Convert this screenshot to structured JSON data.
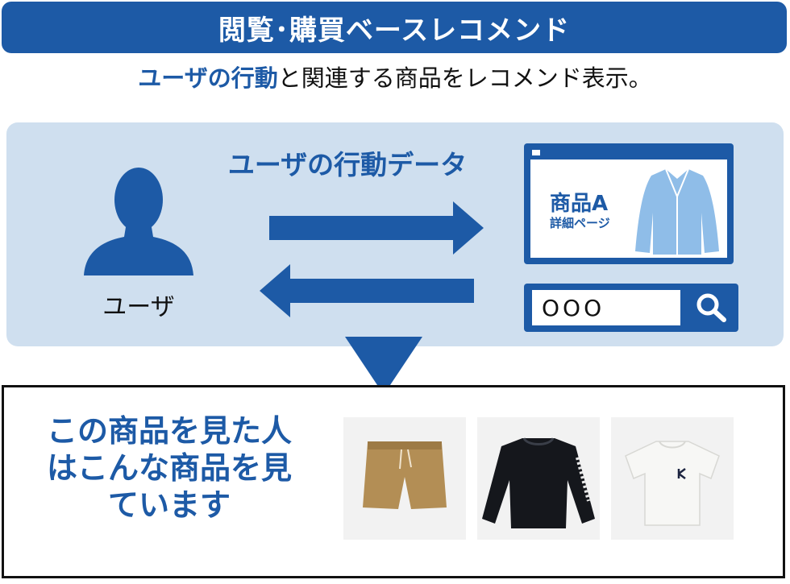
{
  "header": {
    "title": "閲覧･購買ベースレコメンド",
    "subtitle_highlight": "ユーザの行動",
    "subtitle_rest": "と関連する商品をレコメンド表示。"
  },
  "flow": {
    "data_label": "ユーザの行動データ",
    "user_label": "ユーザ",
    "user_icon": "person-icon",
    "product_page": {
      "name": "商品A",
      "subtitle": "詳細ページ",
      "icon": "jacket-icon"
    },
    "search": {
      "value": "OOO",
      "icon": "magnifier-icon"
    }
  },
  "recommendation": {
    "lines": [
      "この商品を見た人",
      "はこんな商品を見",
      "ています"
    ],
    "products": [
      {
        "icon": "shorts-icon",
        "color": "#b38e55"
      },
      {
        "icon": "longsleeve-shirt-icon",
        "color": "#15171c"
      },
      {
        "icon": "tshirt-icon",
        "color": "#f7f7f5"
      }
    ]
  },
  "colors": {
    "brand": "#1d5aa6",
    "panel": "#cfdfef",
    "jacket": "#8fbde8"
  }
}
